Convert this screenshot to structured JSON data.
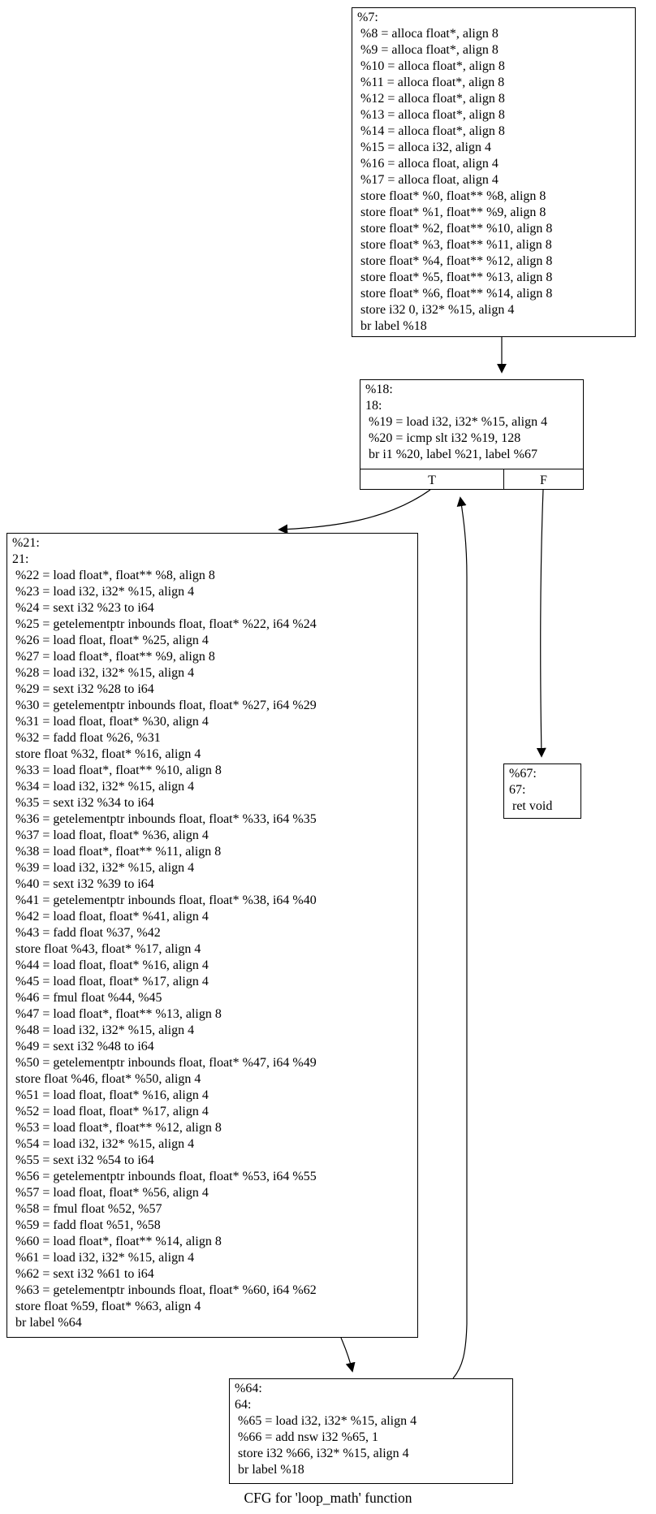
{
  "caption": "CFG for 'loop_math' function",
  "colors": {
    "background": "#ffffff",
    "node_border": "#000000",
    "text": "#000000",
    "edge": "#000000"
  },
  "nodes": {
    "block7": {
      "lines": [
        "%7:",
        " %8 = alloca float*, align 8",
        " %9 = alloca float*, align 8",
        " %10 = alloca float*, align 8",
        " %11 = alloca float*, align 8",
        " %12 = alloca float*, align 8",
        " %13 = alloca float*, align 8",
        " %14 = alloca float*, align 8",
        " %15 = alloca i32, align 4",
        " %16 = alloca float, align 4",
        " %17 = alloca float, align 4",
        " store float* %0, float** %8, align 8",
        " store float* %1, float** %9, align 8",
        " store float* %2, float** %10, align 8",
        " store float* %3, float** %11, align 8",
        " store float* %4, float** %12, align 8",
        " store float* %5, float** %13, align 8",
        " store float* %6, float** %14, align 8",
        " store i32 0, i32* %15, align 4",
        " br label %18"
      ]
    },
    "block18": {
      "lines": [
        "%18:",
        "18:",
        " %19 = load i32, i32* %15, align 4",
        " %20 = icmp slt i32 %19, 128",
        " br i1 %20, label %21, label %67"
      ],
      "true_label": "T",
      "false_label": "F"
    },
    "block21": {
      "lines": [
        "%21:",
        "21:",
        " %22 = load float*, float** %8, align 8",
        " %23 = load i32, i32* %15, align 4",
        " %24 = sext i32 %23 to i64",
        " %25 = getelementptr inbounds float, float* %22, i64 %24",
        " %26 = load float, float* %25, align 4",
        " %27 = load float*, float** %9, align 8",
        " %28 = load i32, i32* %15, align 4",
        " %29 = sext i32 %28 to i64",
        " %30 = getelementptr inbounds float, float* %27, i64 %29",
        " %31 = load float, float* %30, align 4",
        " %32 = fadd float %26, %31",
        " store float %32, float* %16, align 4",
        " %33 = load float*, float** %10, align 8",
        " %34 = load i32, i32* %15, align 4",
        " %35 = sext i32 %34 to i64",
        " %36 = getelementptr inbounds float, float* %33, i64 %35",
        " %37 = load float, float* %36, align 4",
        " %38 = load float*, float** %11, align 8",
        " %39 = load i32, i32* %15, align 4",
        " %40 = sext i32 %39 to i64",
        " %41 = getelementptr inbounds float, float* %38, i64 %40",
        " %42 = load float, float* %41, align 4",
        " %43 = fadd float %37, %42",
        " store float %43, float* %17, align 4",
        " %44 = load float, float* %16, align 4",
        " %45 = load float, float* %17, align 4",
        " %46 = fmul float %44, %45",
        " %47 = load float*, float** %13, align 8",
        " %48 = load i32, i32* %15, align 4",
        " %49 = sext i32 %48 to i64",
        " %50 = getelementptr inbounds float, float* %47, i64 %49",
        " store float %46, float* %50, align 4",
        " %51 = load float, float* %16, align 4",
        " %52 = load float, float* %17, align 4",
        " %53 = load float*, float** %12, align 8",
        " %54 = load i32, i32* %15, align 4",
        " %55 = sext i32 %54 to i64",
        " %56 = getelementptr inbounds float, float* %53, i64 %55",
        " %57 = load float, float* %56, align 4",
        " %58 = fmul float %52, %57",
        " %59 = fadd float %51, %58",
        " %60 = load float*, float** %14, align 8",
        " %61 = load i32, i32* %15, align 4",
        " %62 = sext i32 %61 to i64",
        " %63 = getelementptr inbounds float, float* %60, i64 %62",
        " store float %59, float* %63, align 4",
        " br label %64"
      ]
    },
    "block67": {
      "lines": [
        "%67:",
        "67:",
        " ret void"
      ]
    },
    "block64": {
      "lines": [
        "%64:",
        "64:",
        " %65 = load i32, i32* %15, align 4",
        " %66 = add nsw i32 %65, 1",
        " store i32 %66, i32* %15, align 4",
        " br label %18"
      ]
    }
  }
}
